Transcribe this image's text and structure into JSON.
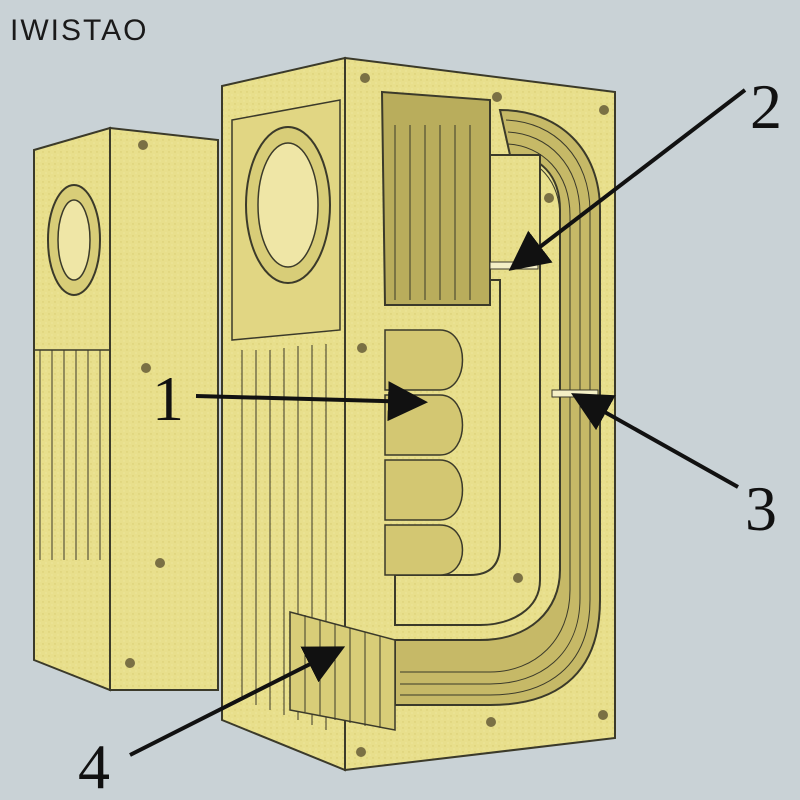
{
  "brand": "IWISTAO",
  "colors": {
    "background": "#c9d2d6",
    "wood": "#e8df8c",
    "wood_dark": "#c9bb62",
    "line": "#3b3a2a",
    "arrow": "#111111"
  },
  "callouts": [
    {
      "label": "1"
    },
    {
      "label": "2"
    },
    {
      "label": "3"
    },
    {
      "label": "4"
    }
  ]
}
